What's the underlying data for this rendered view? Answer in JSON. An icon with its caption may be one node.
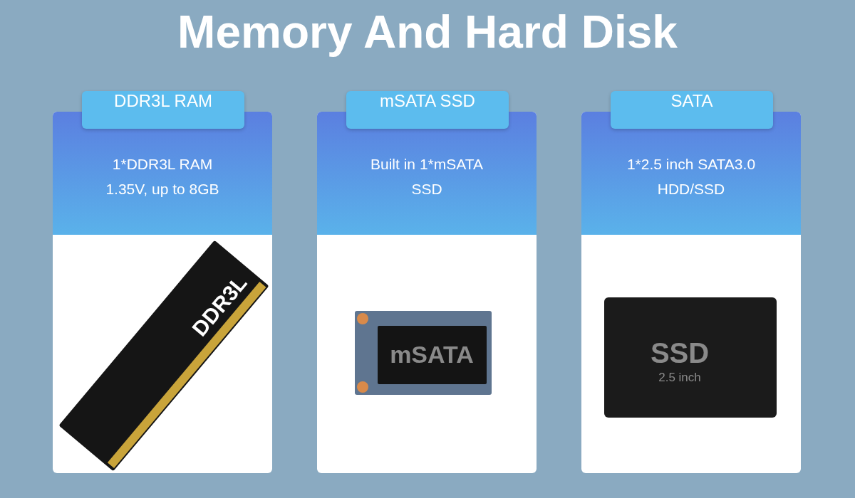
{
  "diagram": {
    "title": "Memory And Hard Disk",
    "nodes": [
      {
        "text": [
          "DDR3L RAM",
          "1*DDR3L RAM 1.35V, up to 8GB"
        ]
      },
      {
        "text": [
          "mSATA SSD",
          "Built in 1*mSATA SSD"
        ]
      },
      {
        "text": [
          "SATA",
          "1*2.5 inch SATA3.0 HDD/SSD"
        ]
      }
    ],
    "labels": [
      "DDR3L",
      "mSATA",
      "SSD",
      "2.5 inch"
    ]
  }
}
